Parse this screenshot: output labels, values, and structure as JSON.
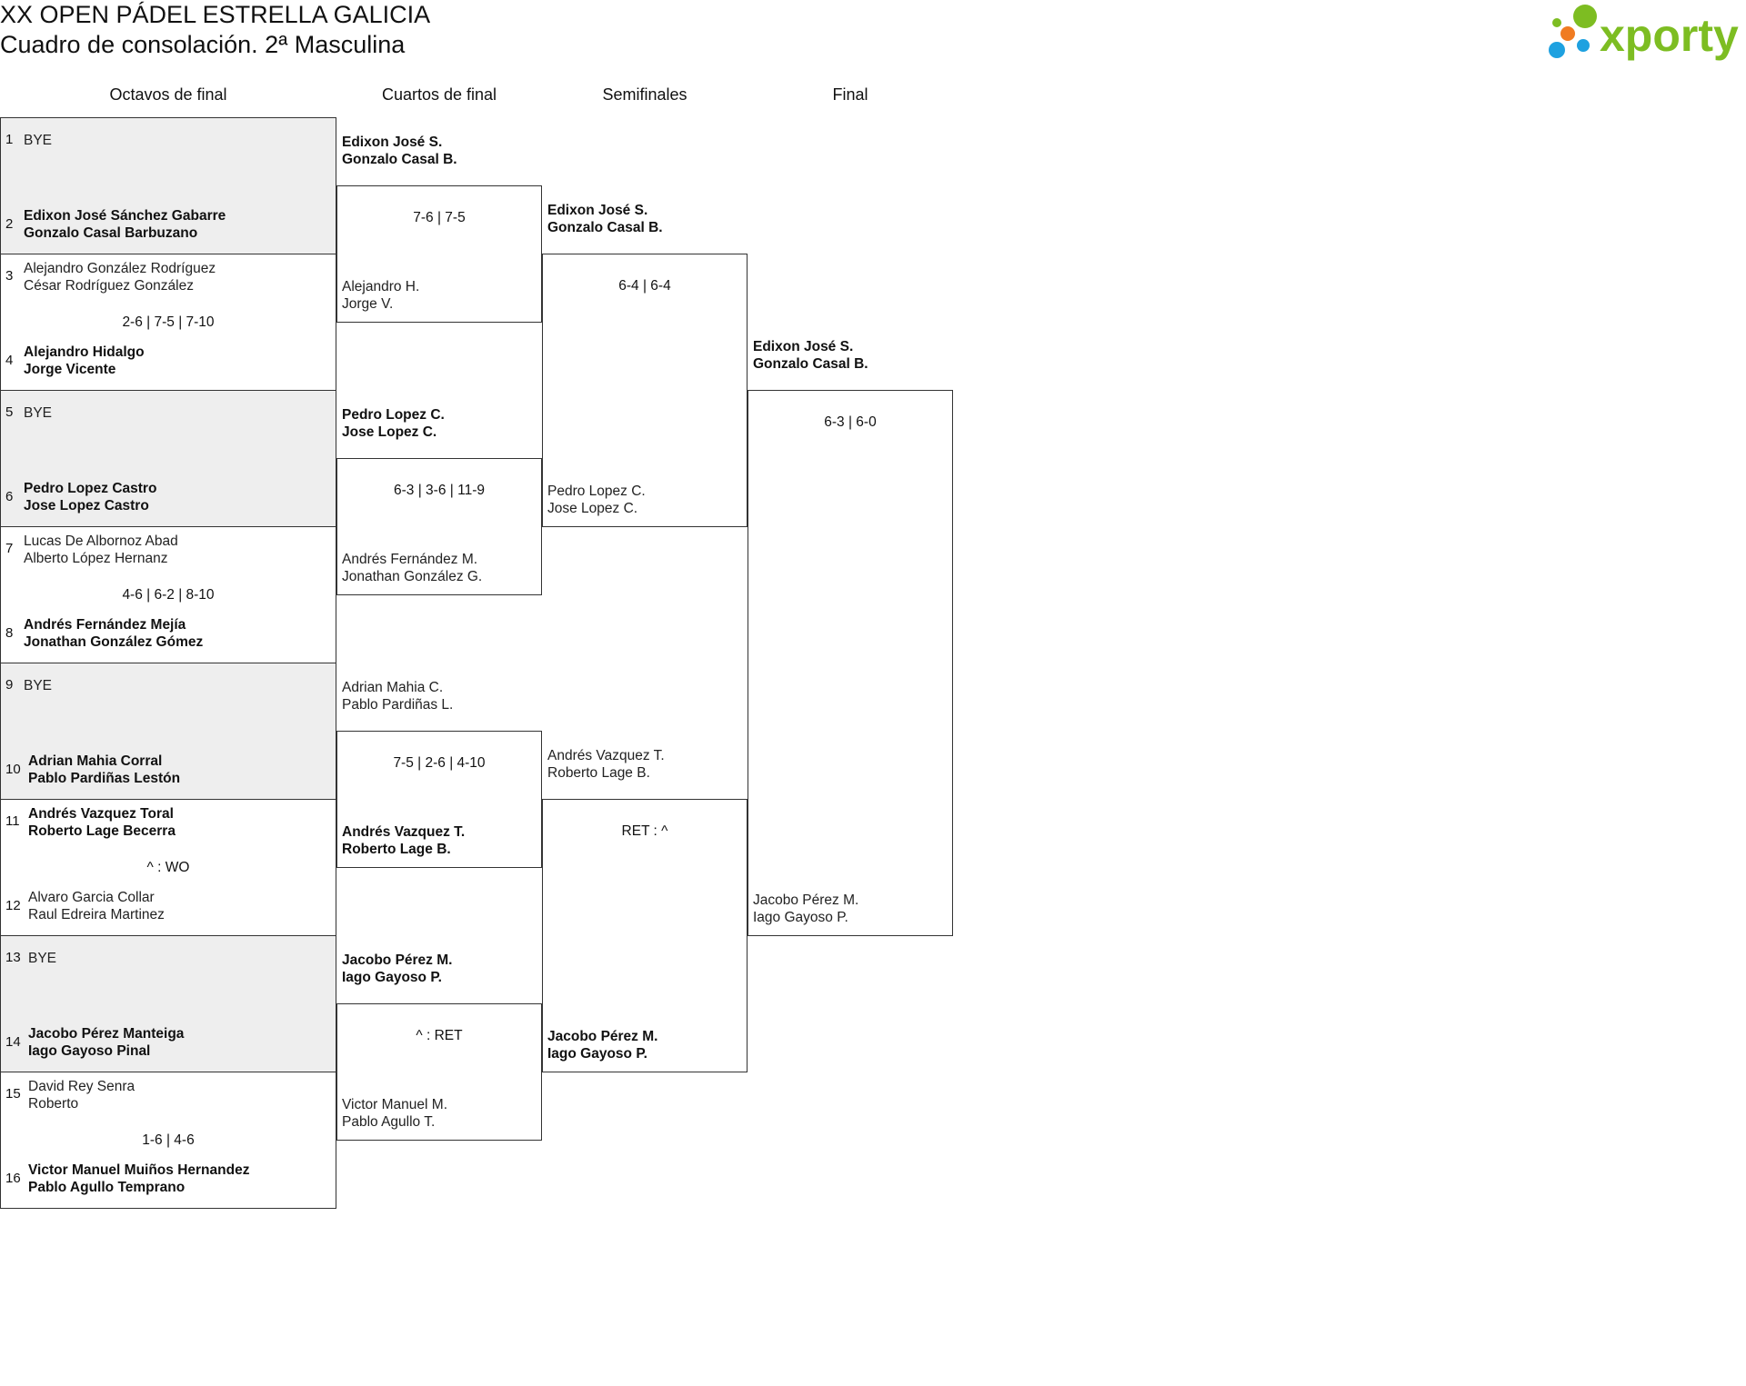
{
  "header": {
    "title": "XX OPEN PÁDEL ESTRELLA GALICIA",
    "subtitle": "Cuadro de consolación. 2ª Masculina"
  },
  "logo": {
    "text": "xporty",
    "green": "#7dbd22",
    "blue": "#1ea1e0",
    "orange": "#f07b21"
  },
  "rounds": [
    "Octavos de final",
    "Cuartos de final",
    "Semifinales",
    "Final"
  ],
  "octavos": [
    {
      "s1": "1",
      "p1": [
        "BYE"
      ],
      "s2": "2",
      "p2": [
        "Edixon José Sánchez Gabarre",
        "Gonzalo Casal Barbuzano"
      ],
      "score": "",
      "bye": true,
      "win": 2
    },
    {
      "s1": "3",
      "p1": [
        "Alejandro González Rodríguez",
        "César Rodríguez González"
      ],
      "s2": "4",
      "p2": [
        "Alejandro Hidalgo",
        "Jorge Vicente"
      ],
      "score": "2-6 | 7-5 | 7-10",
      "bye": false,
      "win": 2
    },
    {
      "s1": "5",
      "p1": [
        "BYE"
      ],
      "s2": "6",
      "p2": [
        "Pedro Lopez Castro",
        "Jose Lopez Castro"
      ],
      "score": "",
      "bye": true,
      "win": 2
    },
    {
      "s1": "7",
      "p1": [
        "Lucas De Albornoz Abad",
        "Alberto López Hernanz"
      ],
      "s2": "8",
      "p2": [
        "Andrés Fernández Mejía",
        "Jonathan González Gómez"
      ],
      "score": "4-6 | 6-2 | 8-10",
      "bye": false,
      "win": 2
    },
    {
      "s1": "9",
      "p1": [
        "BYE"
      ],
      "s2": "10",
      "p2": [
        "Adrian Mahia Corral",
        "Pablo Pardiñas Lestón"
      ],
      "score": "",
      "bye": true,
      "win": 2
    },
    {
      "s1": "11",
      "p1": [
        "Andrés Vazquez Toral",
        "Roberto Lage Becerra"
      ],
      "s2": "12",
      "p2": [
        "Alvaro Garcia Collar",
        "Raul Edreira Martinez"
      ],
      "score": "^ : WO",
      "bye": false,
      "win": 1
    },
    {
      "s1": "13",
      "p1": [
        "BYE"
      ],
      "s2": "14",
      "p2": [
        "Jacobo Pérez Manteiga",
        "Iago Gayoso Pinal"
      ],
      "score": "",
      "bye": true,
      "win": 2
    },
    {
      "s1": "15",
      "p1": [
        "David Rey Senra",
        "Roberto"
      ],
      "s2": "16",
      "p2": [
        "Victor Manuel Muiños Hernandez",
        "Pablo Agullo Temprano"
      ],
      "score": "1-6 | 4-6",
      "bye": false,
      "win": 2
    }
  ],
  "cuartos": [
    {
      "p1": [
        "Edixon José S.",
        "Gonzalo Casal B."
      ],
      "p2": [
        "Alejandro H.",
        "Jorge V."
      ],
      "score": "7-6 | 7-5",
      "win": 1
    },
    {
      "p1": [
        "Pedro Lopez C.",
        "Jose Lopez C."
      ],
      "p2": [
        "Andrés Fernández M.",
        "Jonathan González G."
      ],
      "score": "6-3 | 3-6 | 11-9",
      "win": 1
    },
    {
      "p1": [
        "Adrian Mahia C.",
        "Pablo Pardiñas L."
      ],
      "p2": [
        "Andrés Vazquez T.",
        "Roberto Lage B."
      ],
      "score": "7-5 | 2-6 | 4-10",
      "win": 2
    },
    {
      "p1": [
        "Jacobo Pérez M.",
        "Iago Gayoso P."
      ],
      "p2": [
        "Victor Manuel M.",
        "Pablo Agullo T."
      ],
      "score": "^ : RET",
      "win": 1
    }
  ],
  "semis": [
    {
      "p1": [
        "Edixon José S.",
        "Gonzalo Casal B."
      ],
      "p2": [
        "Pedro Lopez C.",
        "Jose Lopez C."
      ],
      "score": "6-4 | 6-4",
      "win": 1
    },
    {
      "p1": [
        "Andrés Vazquez T.",
        "Roberto Lage B."
      ],
      "p2": [
        "Jacobo Pérez M.",
        "Iago Gayoso P."
      ],
      "score": "RET : ^",
      "win": 2
    }
  ],
  "final": {
    "p1": [
      "Edixon José S.",
      "Gonzalo Casal B."
    ],
    "p2": [
      "Jacobo Pérez M.",
      "Iago Gayoso P."
    ],
    "score": "6-3 | 6-0",
    "win": 1
  }
}
